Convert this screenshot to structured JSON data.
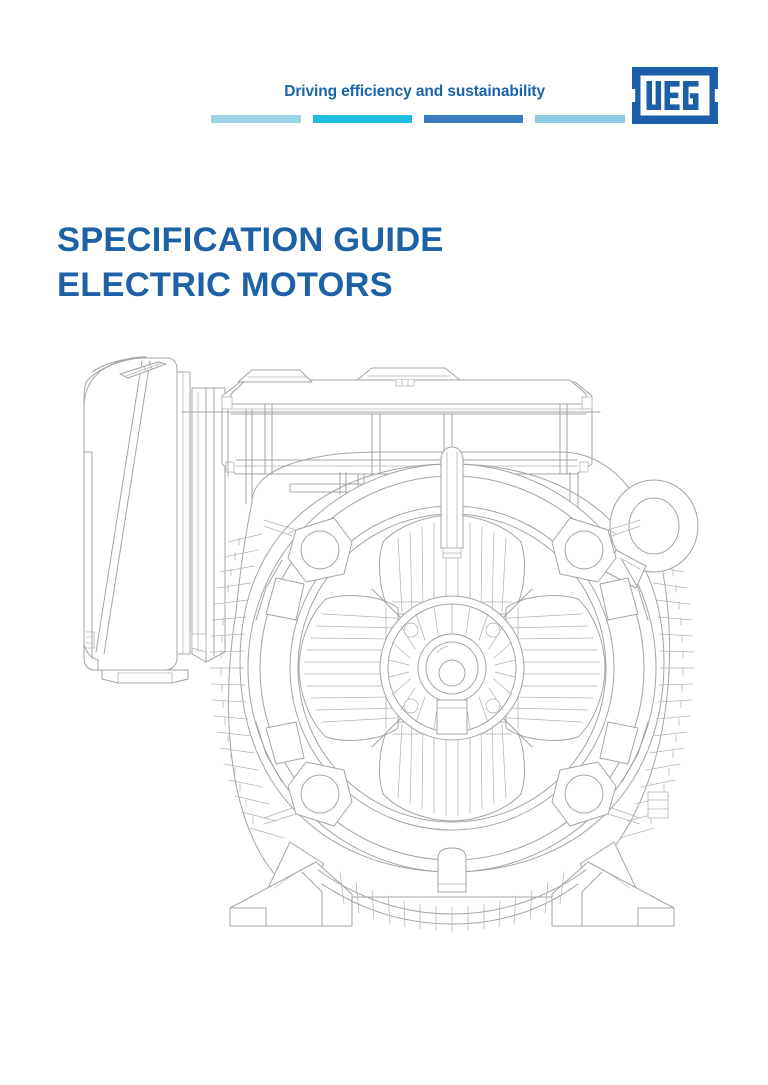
{
  "document": {
    "background_color": "#FFFFFF",
    "page_type": "product-catalog-cover"
  },
  "header": {
    "tagline": "Driving efficiency and sustainability",
    "tagline_color": "#1A63A8",
    "brand_logo": {
      "name": "weg-logo",
      "text": "WEG",
      "color": "#1A5FA8"
    },
    "accent_bars": [
      {
        "color": "#9ED4E7",
        "width": 90
      },
      {
        "color": "#22BCDF",
        "width": 100
      },
      {
        "color": "#3A7CBE",
        "width": 100
      },
      {
        "color": "#8ECAE2",
        "width": 90
      }
    ],
    "accent_bar_gap": 12
  },
  "title": {
    "line1": "SPECIFICATION GUIDE",
    "line2": "ELECTRIC MOTORS",
    "color": "#1C62A5"
  },
  "illustration": {
    "name": "electric-motor-line-drawing",
    "description": "Technical outline drawing of a three-phase electric motor shown from the drive end, with terminal box on the left, top junction box, radial cooling fins, fan cover with cross-shaped grille, lifting eyebolt and mounting feet.",
    "line_color": "#A3A4A9",
    "fill_color": "#FFFFFF",
    "components": [
      "terminal-box",
      "junction-box",
      "cooling-fins",
      "fan-cover",
      "fan-grille",
      "shaft-hub",
      "lifting-eyebolt",
      "mounting-feet"
    ]
  }
}
